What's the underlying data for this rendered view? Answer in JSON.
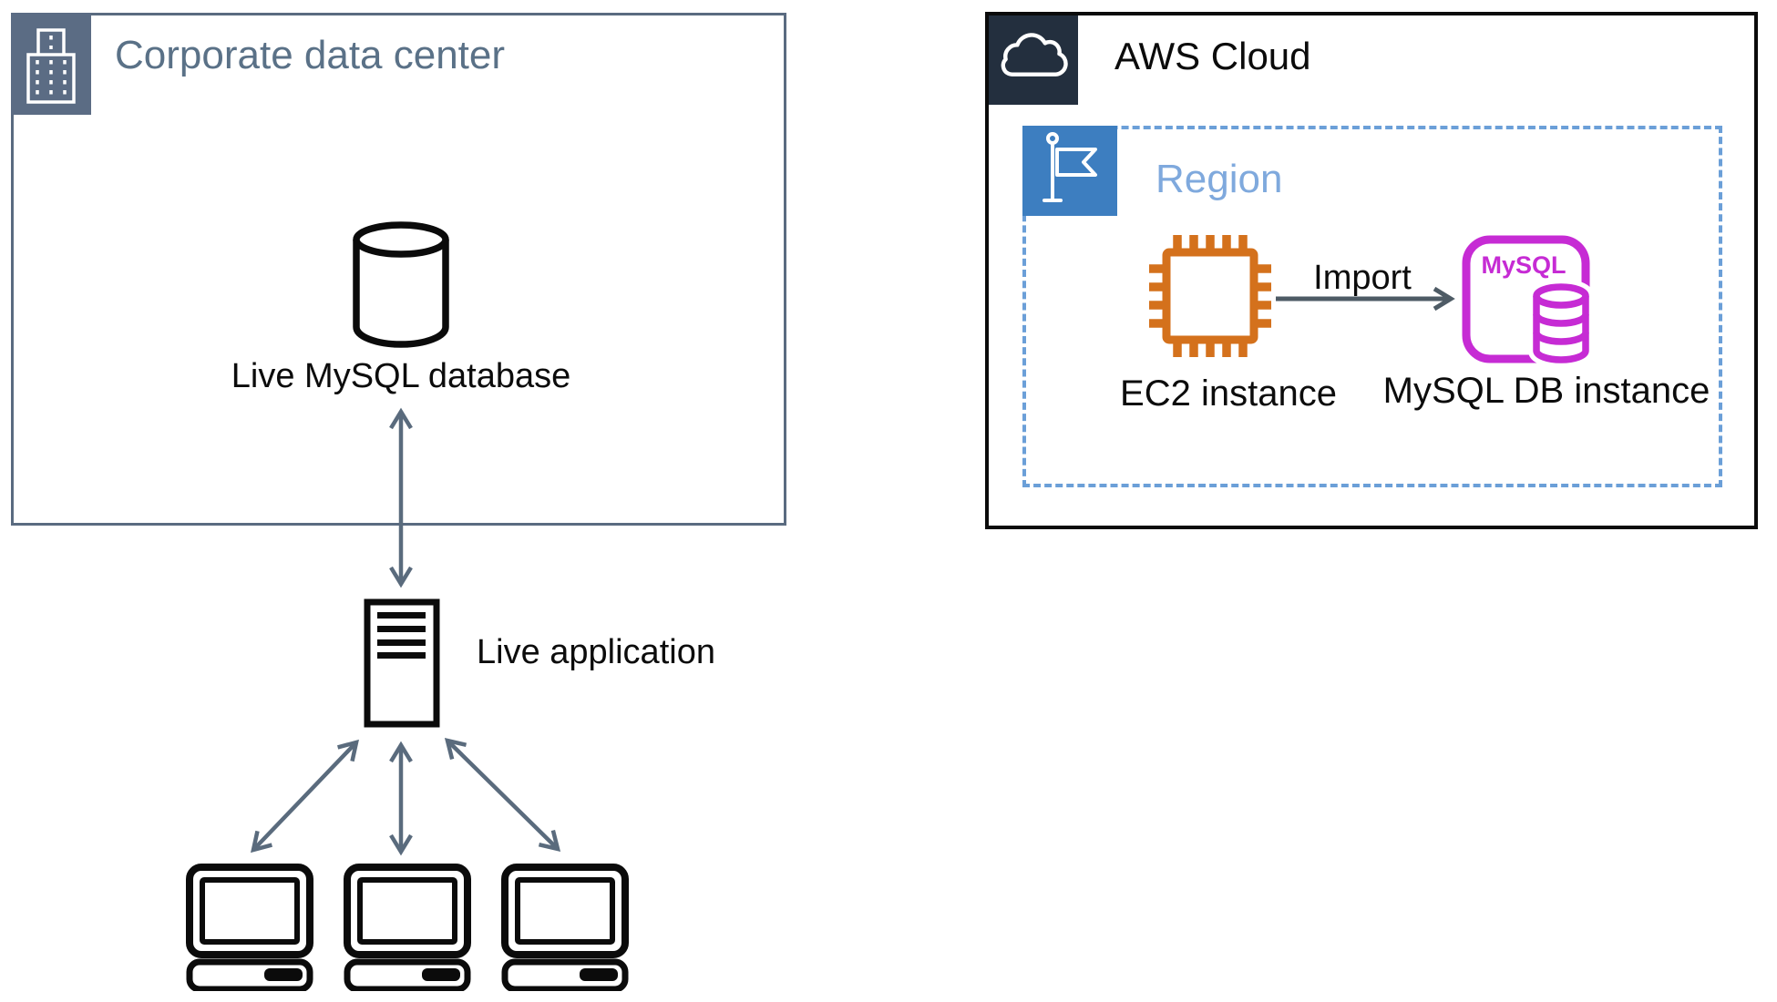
{
  "corporate": {
    "title": "Corporate data center",
    "database_label": "Live MySQL database",
    "application_label": "Live application",
    "client_laptop_count": 3
  },
  "aws": {
    "title": "AWS Cloud",
    "region": {
      "title": "Region",
      "ec2_label": "EC2 instance",
      "import_label": "Import",
      "mysql_logo": "MySQL",
      "mysql_db_label": "MySQL DB instance"
    }
  },
  "icons": {
    "corporate_header": "building-icon",
    "aws_header": "cloud-icon",
    "region_header": "flag-icon",
    "database": "database-cylinder-icon",
    "application": "server-icon",
    "clients": "laptop-icon",
    "ec2": "chip-icon",
    "mysql_db": "mysql-database-icon"
  },
  "colors": {
    "corporate_border": "#5a6b80",
    "corporate_header_bg": "#5b6c84",
    "corporate_title": "#5a7187",
    "diagram_arrow": "#5a6b7d",
    "aws_border": "#0b0b0b",
    "aws_header_bg": "#232f3e",
    "region_header_bg": "#3d7ec0",
    "region_border": "#6b9fd8",
    "region_title": "#7fa9dd",
    "ec2_orange": "#d4711c",
    "mysql_magenta": "#c62bd4",
    "import_arrow": "#4e5b65",
    "label_text": "#0c0c0c"
  }
}
